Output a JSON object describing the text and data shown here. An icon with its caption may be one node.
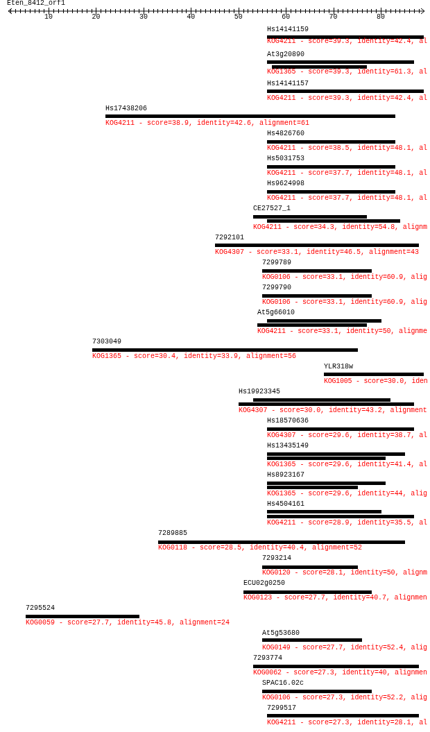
{
  "diagram": {
    "nodes": [
      {
        "text": [
          "Hs14141159",
          "KOG4211 - score=39.3, identity=42.4, al"
        ]
      },
      {
        "text": [
          "At3g20890",
          "KOG1365 - score=39.3, identity=61.3, al"
        ]
      },
      {
        "text": [
          "Hs14141157",
          "KOG4211 - score=39.3, identity=42.4, al"
        ]
      },
      {
        "text": [
          "Hs17438206",
          "KOG4211 - score=38.9, identity=42.6, alignment=61"
        ]
      },
      {
        "text": [
          "Hs4826760",
          "KOG4211 - score=38.5, identity=48.1, al"
        ]
      },
      {
        "text": [
          "Hs5031753",
          "KOG4211 - score=37.7, identity=48.1, al"
        ]
      },
      {
        "text": [
          "Hs9624998",
          "KOG4211 - score=37.7, identity=48.1, al"
        ]
      },
      {
        "text": [
          "CE27527_1",
          "KOG4211 - score=34.3, identity=54.8, alignm"
        ]
      },
      {
        "text": [
          "7292101",
          "KOG4307 - score=33.1, identity=46.5, alignment=43"
        ]
      },
      {
        "text": [
          "7299789",
          "KOG0106 - score=33.1, identity=60.9, alig"
        ]
      },
      {
        "text": [
          "7299790",
          "KOG0106 - score=33.1, identity=60.9, alig"
        ]
      },
      {
        "text": [
          "At5g66010",
          "KOG4211 - score=33.1, identity=50, alignme"
        ]
      },
      {
        "text": [
          "7303049",
          "KOG1365 - score=30.4, identity=33.9, alignment=56"
        ]
      },
      {
        "text": [
          "YLR318w",
          "KOG1005 - score=30.0, iden"
        ]
      },
      {
        "text": [
          "Hs19923345",
          "KOG4307 - score=30.0, identity=43.2, alignment"
        ]
      },
      {
        "text": [
          "Hs18570636",
          "KOG4307 - score=29.6, identity=38.7, al"
        ]
      },
      {
        "text": [
          "Hs13435149",
          "KOG1365 - score=29.6, identity=41.4, al"
        ]
      },
      {
        "text": [
          "Hs8923167",
          "KOG1365 - score=29.6, identity=44, alig"
        ]
      },
      {
        "text": [
          "Hs4504161",
          "KOG4211 - score=28.9, identity=35.5, al"
        ]
      },
      {
        "text": [
          "7289885",
          "KOG0118 - score=28.5, identity=40.4, alignment=52"
        ]
      },
      {
        "text": [
          "7293214",
          "KOG0120 - score=28.1, identity=50, alignm"
        ]
      },
      {
        "text": [
          "ECU02g0250",
          "KOG0123 - score=27.7, identity=40.7, alignmen"
        ]
      },
      {
        "text": [
          "7295524",
          "KOG0059 - score=27.7, identity=45.8, alignment=24"
        ]
      },
      {
        "text": [
          "At5g53680",
          "KOG0149 - score=27.7, identity=52.4, alig"
        ]
      },
      {
        "text": [
          "7293774",
          "KOG0062 - score=27.3, identity=40, alignmen"
        ]
      },
      {
        "text": [
          "SPAC16.02c",
          "KOG0106 - score=27.3, identity=52.2, alig"
        ]
      },
      {
        "text": [
          "7299517",
          "KOG4211 - score=27.3, identity=28.1, al"
        ]
      }
    ],
    "labels": [
      "Eten_8412_orf1",
      "10",
      "20",
      "30",
      "40",
      "50",
      "60",
      "70",
      "80"
    ]
  }
}
